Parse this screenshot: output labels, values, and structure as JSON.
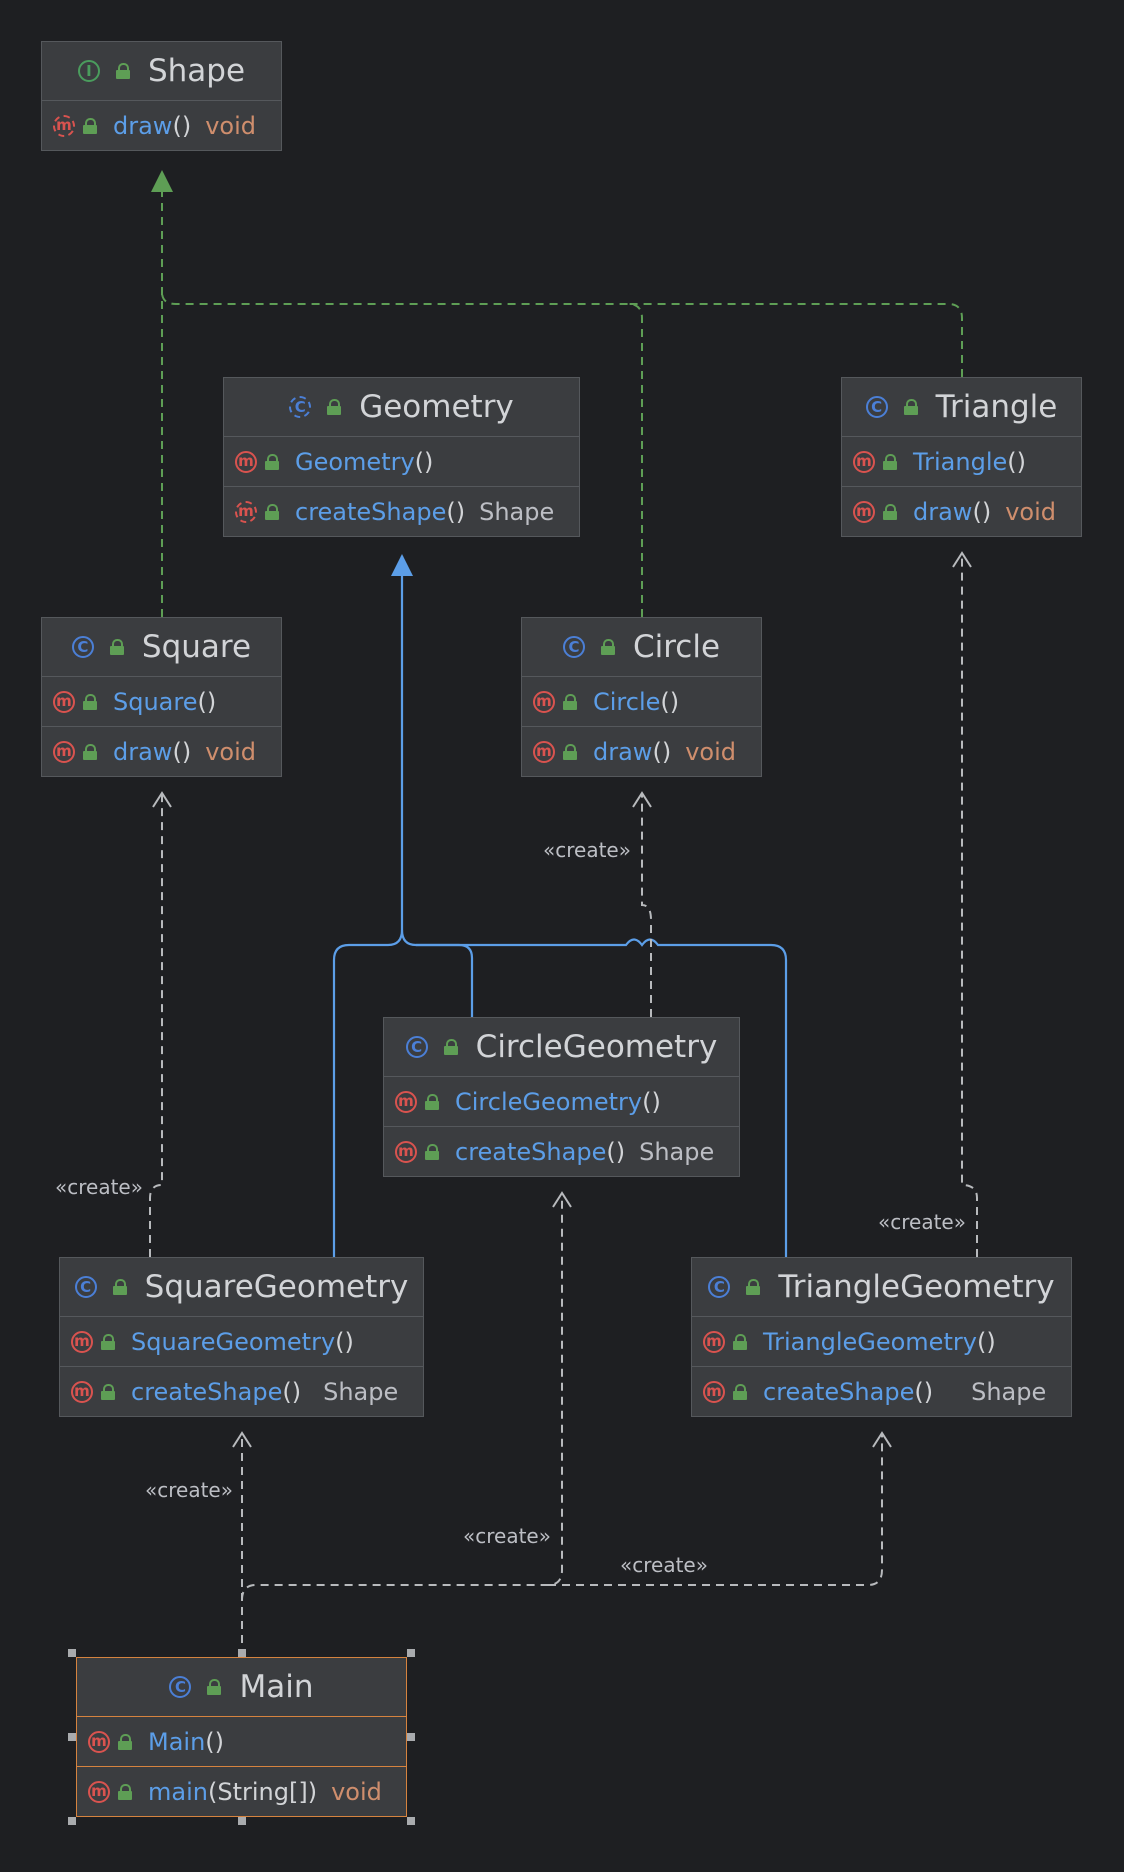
{
  "theme": {
    "background": "#1e1f22",
    "node_fill": "#3b3d40",
    "node_border": "#55585c",
    "selected_border": "#d6833f",
    "inheritance_color": "#5c9ee8",
    "realization_color": "#5e9e55",
    "dependency_color": "#b8babd"
  },
  "nodes": [
    {
      "id": "shape",
      "name": "Shape",
      "kind": "interface",
      "kind_letter": "I",
      "members": [
        {
          "name": "draw",
          "params": "",
          "type": "void",
          "icon": "method-abstract"
        }
      ]
    },
    {
      "id": "geometry",
      "name": "Geometry",
      "kind": "abstract",
      "kind_letter": "C",
      "members": [
        {
          "name": "Geometry",
          "params": "",
          "type": "",
          "icon": "method"
        },
        {
          "name": "createShape",
          "params": "",
          "type": "Shape",
          "icon": "method-abstract"
        }
      ]
    },
    {
      "id": "triangle",
      "name": "Triangle",
      "kind": "class",
      "kind_letter": "C",
      "members": [
        {
          "name": "Triangle",
          "params": "",
          "type": "",
          "icon": "method"
        },
        {
          "name": "draw",
          "params": "",
          "type": "void",
          "icon": "method"
        }
      ]
    },
    {
      "id": "square",
      "name": "Square",
      "kind": "class",
      "kind_letter": "C",
      "members": [
        {
          "name": "Square",
          "params": "",
          "type": "",
          "icon": "method"
        },
        {
          "name": "draw",
          "params": "",
          "type": "void",
          "icon": "method"
        }
      ]
    },
    {
      "id": "circle",
      "name": "Circle",
      "kind": "class",
      "kind_letter": "C",
      "members": [
        {
          "name": "Circle",
          "params": "",
          "type": "",
          "icon": "method"
        },
        {
          "name": "draw",
          "params": "",
          "type": "void",
          "icon": "method"
        }
      ]
    },
    {
      "id": "circlegeometry",
      "name": "CircleGeometry",
      "kind": "class",
      "kind_letter": "C",
      "members": [
        {
          "name": "CircleGeometry",
          "params": "",
          "type": "",
          "icon": "method"
        },
        {
          "name": "createShape",
          "params": "",
          "type": "Shape",
          "icon": "method"
        }
      ]
    },
    {
      "id": "squaregeometry",
      "name": "SquareGeometry",
      "kind": "class",
      "kind_letter": "C",
      "members": [
        {
          "name": "SquareGeometry",
          "params": "",
          "type": "",
          "icon": "method"
        },
        {
          "name": "createShape",
          "params": "",
          "type": "Shape",
          "icon": "method"
        }
      ]
    },
    {
      "id": "trianglegeometry",
      "name": "TriangleGeometry",
      "kind": "class",
      "kind_letter": "C",
      "members": [
        {
          "name": "TriangleGeometry",
          "params": "",
          "type": "",
          "icon": "method"
        },
        {
          "name": "createShape",
          "params": "",
          "type": "Shape",
          "icon": "method"
        }
      ]
    },
    {
      "id": "main",
      "name": "Main",
      "kind": "class",
      "kind_letter": "C",
      "selected": true,
      "members": [
        {
          "name": "Main",
          "params": "",
          "type": "",
          "icon": "method"
        },
        {
          "name": "main",
          "params": "String[]",
          "type": "void",
          "icon": "method"
        }
      ]
    }
  ],
  "relations": [
    {
      "from": "square",
      "to": "shape",
      "type": "realization"
    },
    {
      "from": "circle",
      "to": "shape",
      "type": "realization"
    },
    {
      "from": "triangle",
      "to": "shape",
      "type": "realization"
    },
    {
      "from": "squaregeometry",
      "to": "geometry",
      "type": "inheritance"
    },
    {
      "from": "circlegeometry",
      "to": "geometry",
      "type": "inheritance"
    },
    {
      "from": "trianglegeometry",
      "to": "geometry",
      "type": "inheritance"
    },
    {
      "from": "circlegeometry",
      "to": "circle",
      "type": "dependency",
      "label": "«create»"
    },
    {
      "from": "squaregeometry",
      "to": "square",
      "type": "dependency",
      "label": "«create»"
    },
    {
      "from": "trianglegeometry",
      "to": "triangle",
      "type": "dependency",
      "label": "«create»"
    },
    {
      "from": "main",
      "to": "squaregeometry",
      "type": "dependency",
      "label": "«create»"
    },
    {
      "from": "main",
      "to": "circlegeometry",
      "type": "dependency",
      "label": "«create»"
    },
    {
      "from": "main",
      "to": "trianglegeometry",
      "type": "dependency",
      "label": "«create»"
    }
  ]
}
